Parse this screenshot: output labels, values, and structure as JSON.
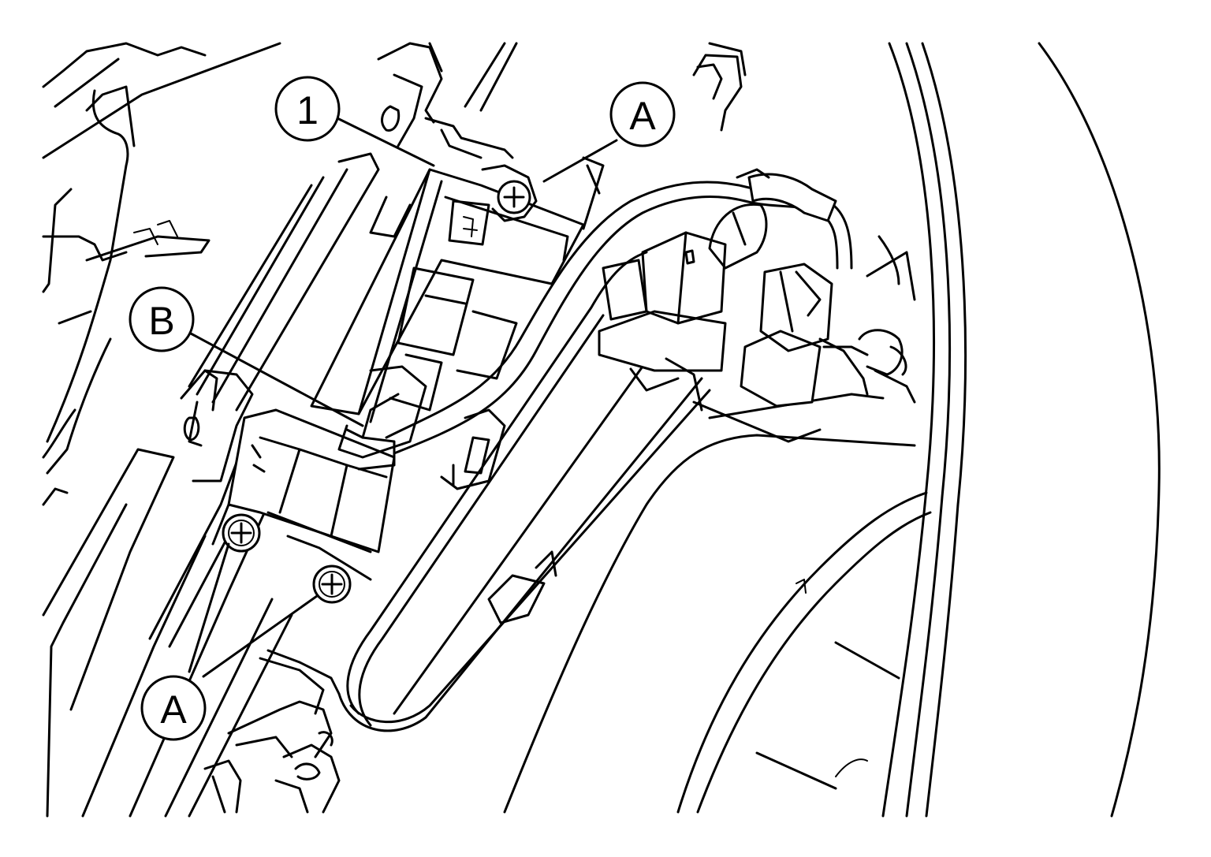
{
  "callouts": {
    "c1": "1",
    "a_top": "A",
    "b": "B",
    "a_bottom": "A"
  },
  "colors": {
    "line": "#000000",
    "background": "#ffffff"
  }
}
